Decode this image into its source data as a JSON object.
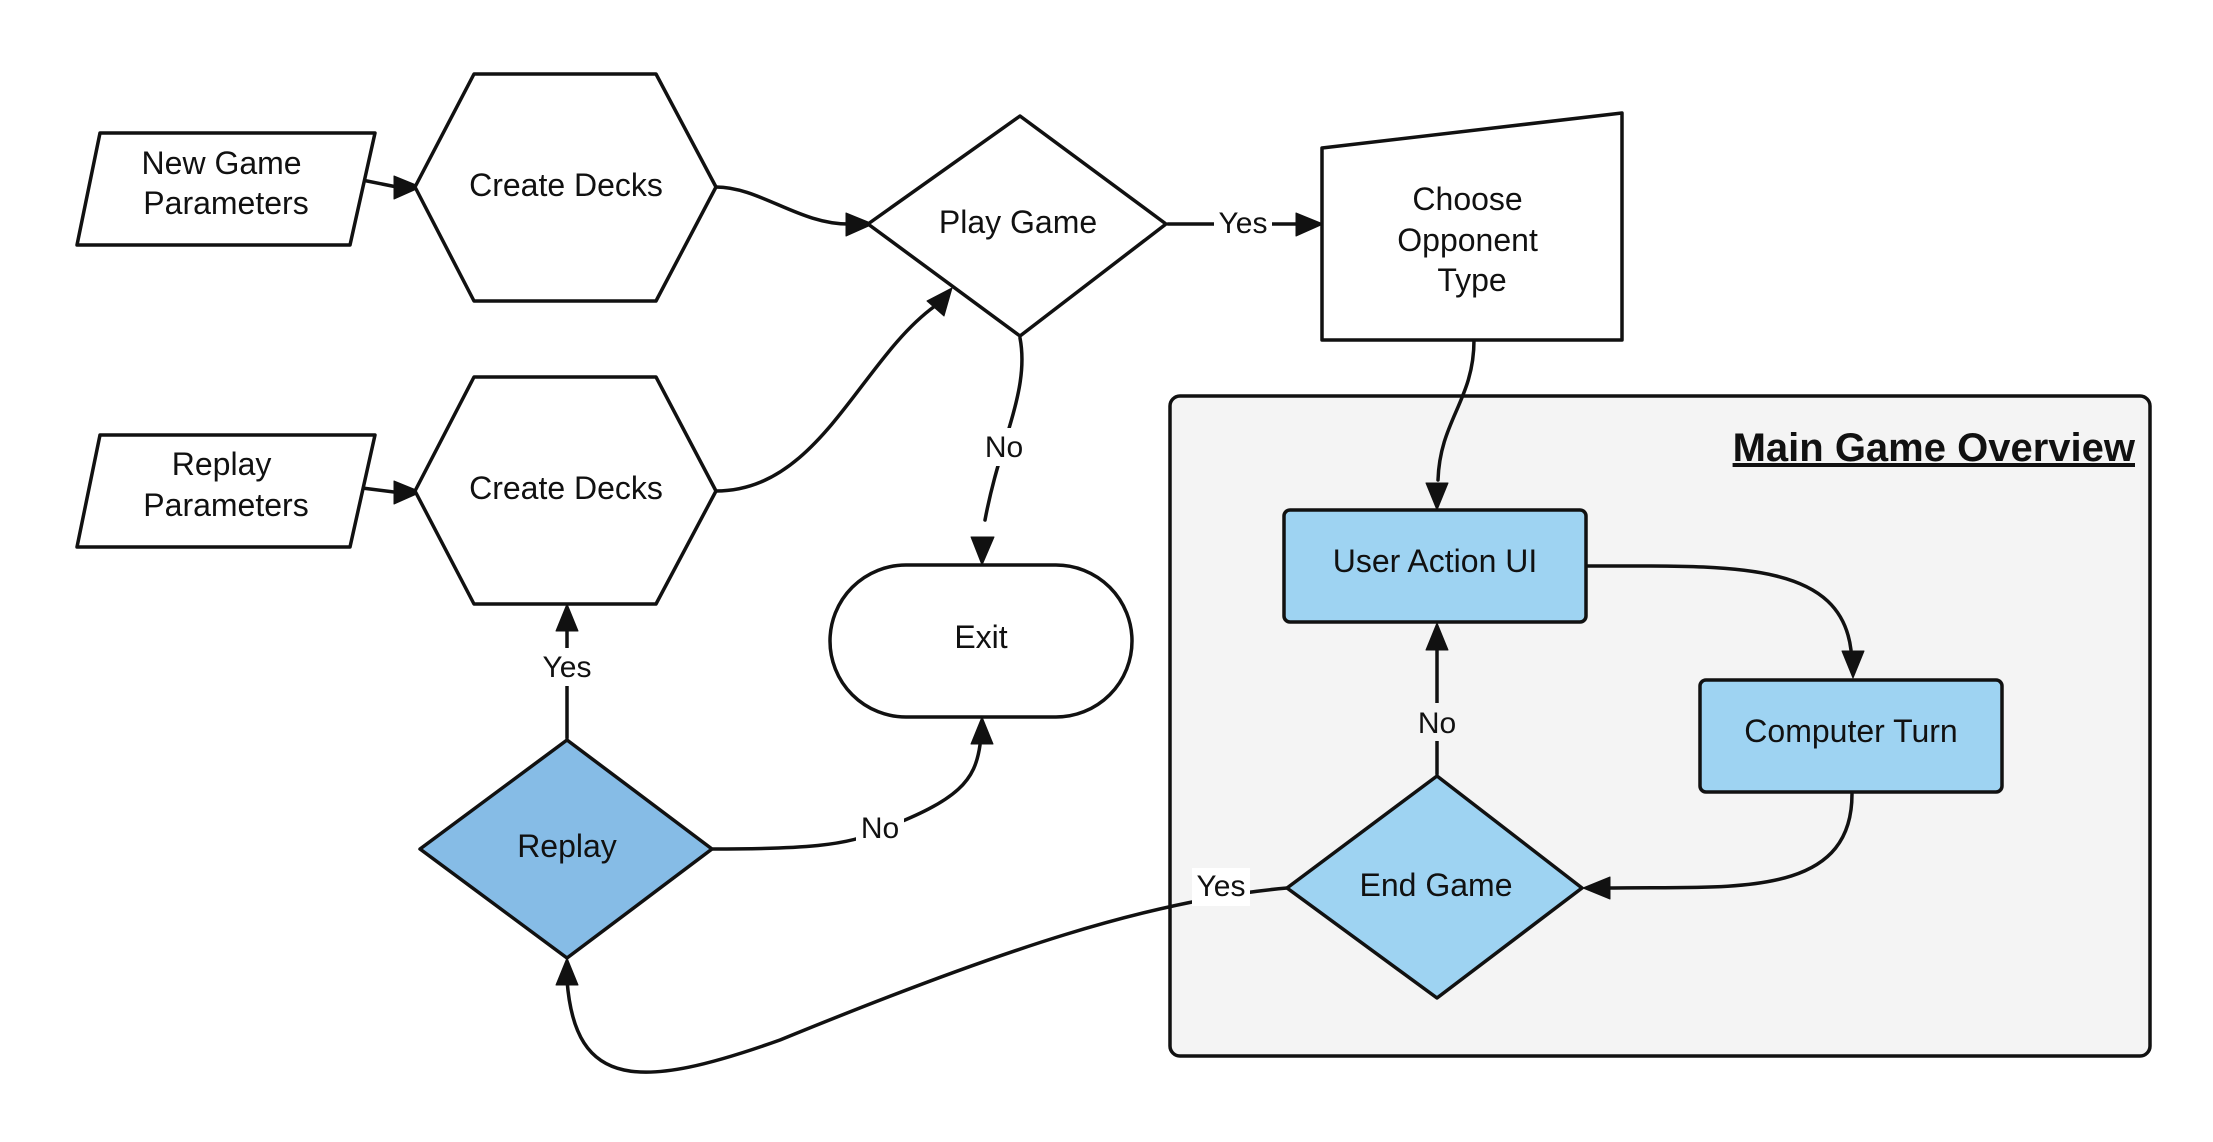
{
  "colors": {
    "group_fill": "#f4f4f4",
    "light_blue": "#9ed3f2",
    "medium_blue": "#86bce6",
    "stroke": "#111111"
  },
  "group": {
    "title": "Main Game Overview"
  },
  "nodes": {
    "new_game_parameters": {
      "lines": [
        "New Game",
        "Parameters"
      ]
    },
    "create_decks_1": {
      "lines": [
        "Create Decks"
      ]
    },
    "replay_parameters": {
      "lines": [
        "Replay",
        "Parameters"
      ]
    },
    "create_decks_2": {
      "lines": [
        "Create Decks"
      ]
    },
    "play_game": {
      "lines": [
        "Play Game"
      ]
    },
    "choose_opponent_type": {
      "lines": [
        "Choose",
        "Opponent",
        "Type"
      ]
    },
    "exit": {
      "lines": [
        "Exit"
      ]
    },
    "user_action_ui": {
      "lines": [
        "User Action UI"
      ]
    },
    "computer_turn": {
      "lines": [
        "Computer Turn"
      ]
    },
    "end_game": {
      "lines": [
        "End Game"
      ]
    },
    "replay": {
      "lines": [
        "Replay"
      ]
    }
  },
  "edge_labels": {
    "play_yes": "Yes",
    "play_no": "No",
    "end_no": "No",
    "end_yes": "Yes",
    "replay_yes": "Yes",
    "replay_no": "No"
  }
}
